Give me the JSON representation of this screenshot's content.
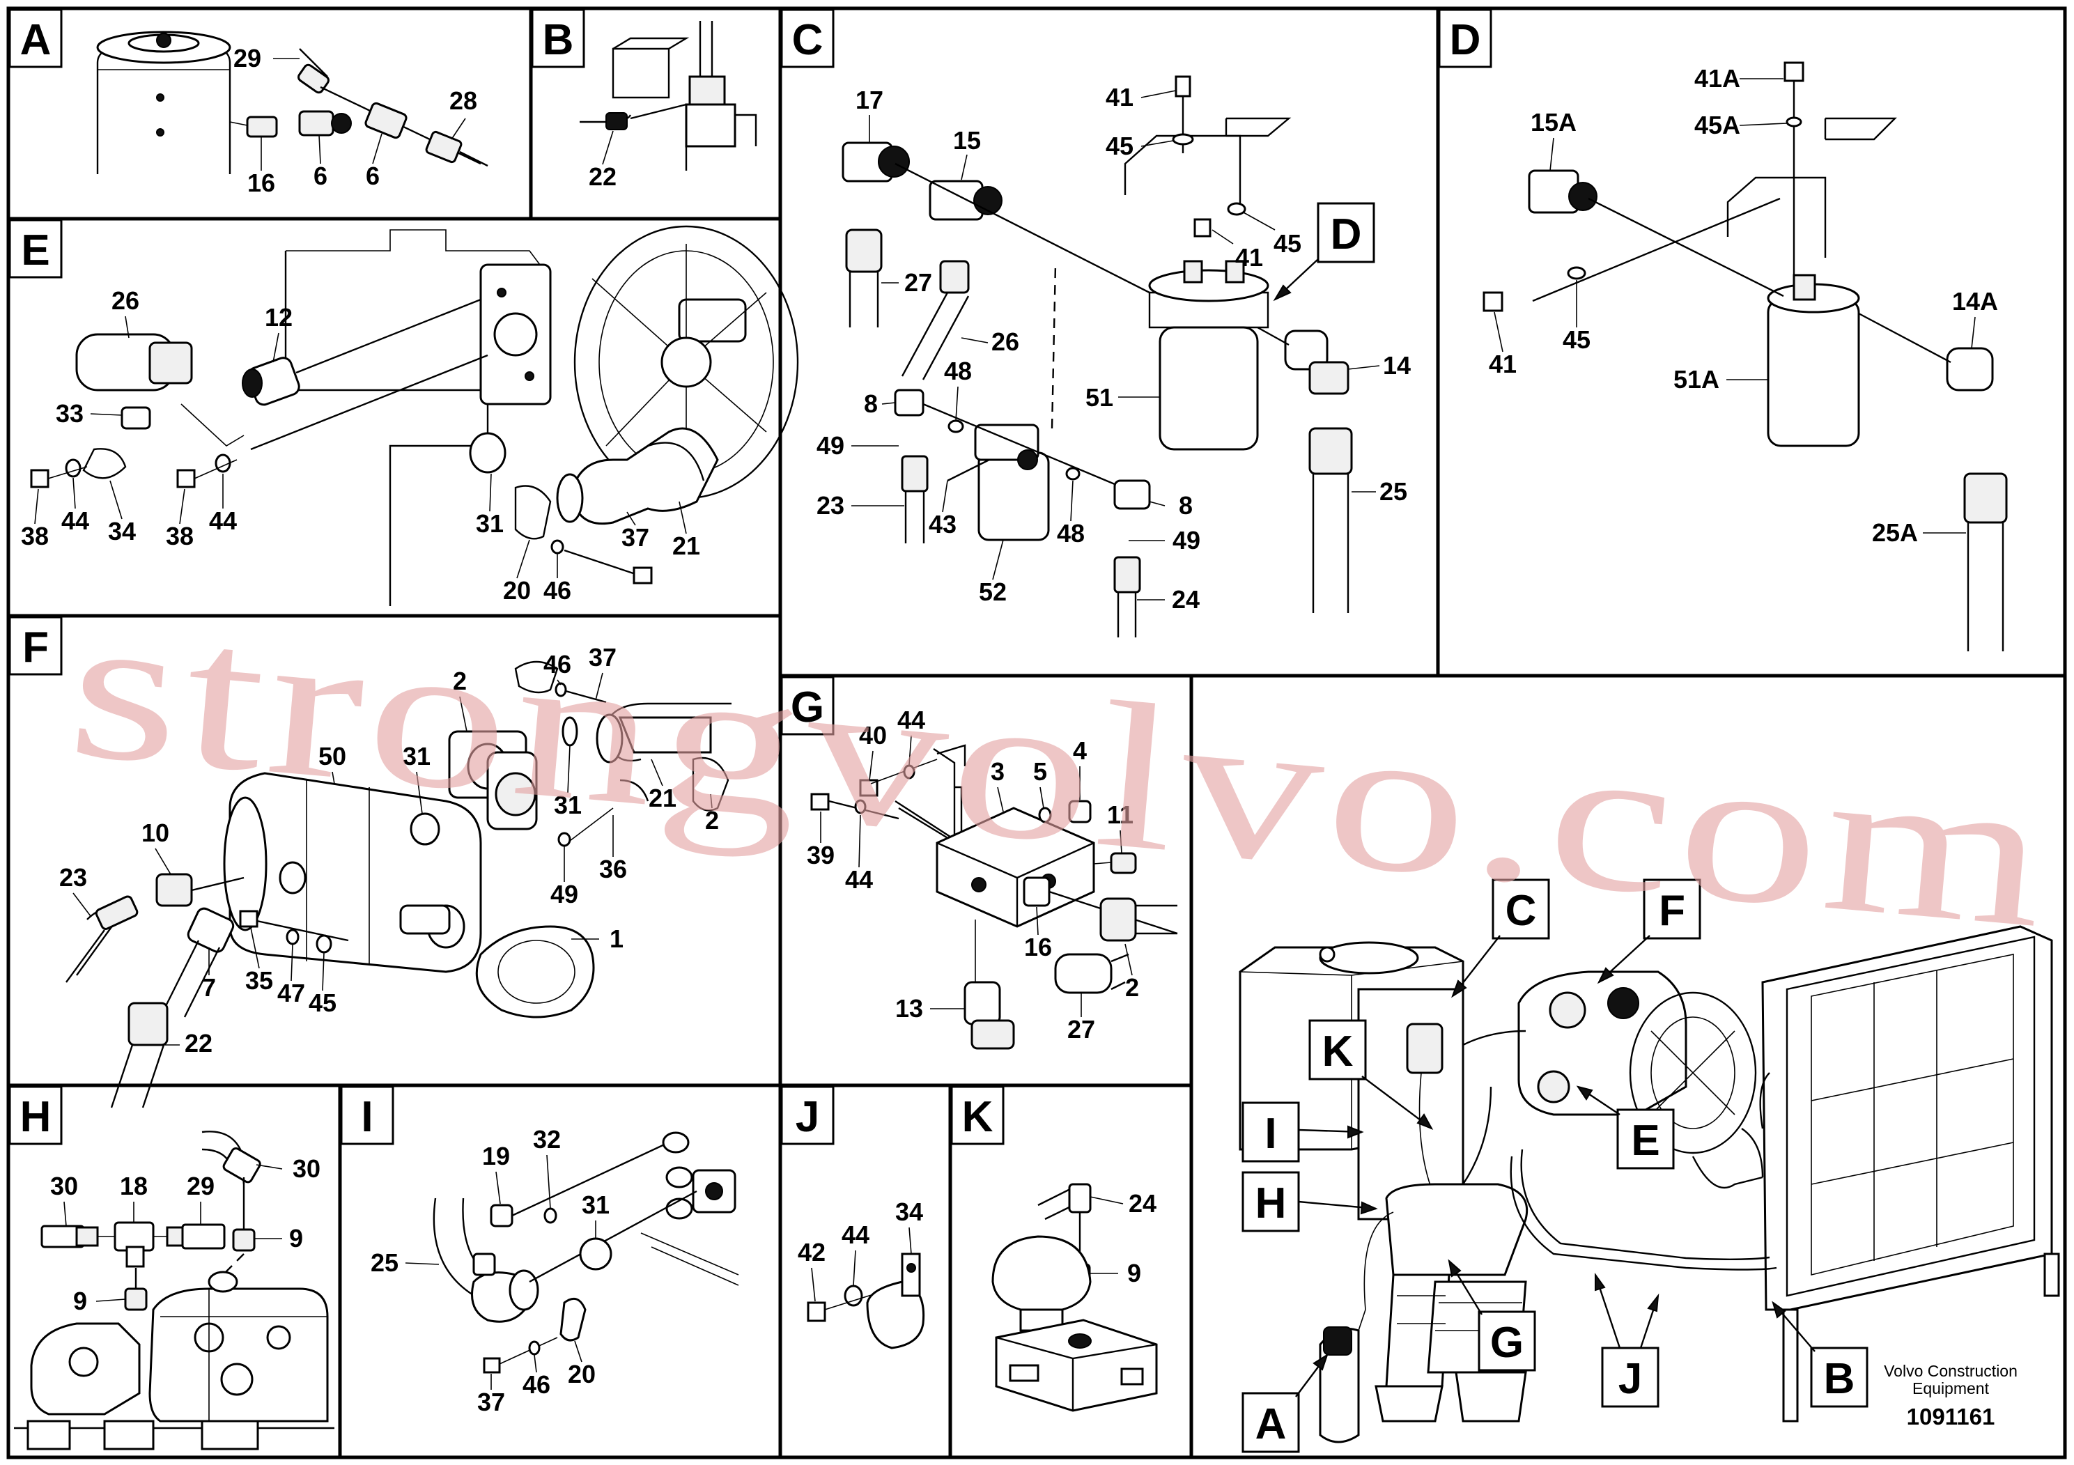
{
  "sections": {
    "A": "A",
    "B": "B",
    "C": "C",
    "D": "D",
    "E": "E",
    "F": "F",
    "G": "G",
    "H": "H",
    "I": "I",
    "J": "J",
    "K": "K"
  },
  "callouts": {
    "A": [
      "29",
      "28",
      "16",
      "6",
      "6"
    ],
    "B": [
      "22"
    ],
    "C": [
      "17",
      "15",
      "41",
      "45",
      "41",
      "45",
      "27",
      "26",
      "51",
      "14",
      "8",
      "48",
      "49",
      "23",
      "43",
      "52",
      "8",
      "48",
      "49",
      "25",
      "24"
    ],
    "D": [
      "41A",
      "45A",
      "15A",
      "14A",
      "41",
      "45",
      "51A",
      "25A"
    ],
    "E": [
      "26",
      "12",
      "33",
      "38",
      "44",
      "34",
      "38",
      "44",
      "31",
      "37",
      "21",
      "20",
      "46"
    ],
    "F": [
      "46",
      "37",
      "2",
      "50",
      "31",
      "31",
      "21",
      "10",
      "49",
      "36",
      "2",
      "23",
      "1",
      "7",
      "35",
      "47",
      "45",
      "22"
    ],
    "G": [
      "40",
      "44",
      "3",
      "5",
      "4",
      "11",
      "39",
      "44",
      "16",
      "2",
      "13",
      "27"
    ],
    "H": [
      "30",
      "18",
      "29",
      "30",
      "9",
      "9"
    ],
    "I": [
      "19",
      "32",
      "31",
      "25",
      "20",
      "37",
      "46"
    ],
    "J": [
      "42",
      "44",
      "34"
    ],
    "K": [
      "24",
      "9"
    ]
  },
  "watermark": "strongvolvo.com",
  "footer": {
    "brand": "Volvo Construction",
    "brand2": "Equipment",
    "number": "1091161"
  }
}
